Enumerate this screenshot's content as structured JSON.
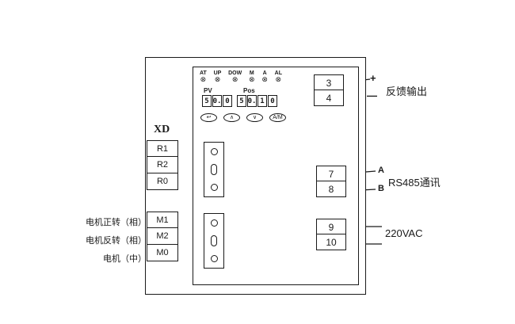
{
  "panel": {
    "indicators": {
      "labels": [
        "AT",
        "UP",
        "DOW",
        "M",
        "A",
        "AL"
      ],
      "symbol": "⊗"
    },
    "display": {
      "pv_label": "PV",
      "pos_label": "Pos",
      "digits": [
        "5",
        "0.",
        "0",
        "5",
        "0.",
        "1",
        "0"
      ]
    },
    "buttons": {
      "set": "↩",
      "up": "∧",
      "down": "∨",
      "auto_manual": "A/M"
    }
  },
  "left": {
    "xd_label": "XD",
    "r_terminals": [
      "R1",
      "R2",
      "R0"
    ],
    "m_terminals": [
      "M1",
      "M2",
      "M0"
    ],
    "motor_labels": [
      "电机正转（相）",
      "电机反转（相）",
      "电机（中）"
    ]
  },
  "right": {
    "feedback": {
      "terminals": [
        "3",
        "4"
      ],
      "plus": "+",
      "minus": "—",
      "label": "反馈输出"
    },
    "rs485": {
      "terminals": [
        "7",
        "8"
      ],
      "line_a": "A",
      "line_b": "B",
      "label": "RS485通讯"
    },
    "power": {
      "terminals": [
        "9",
        "10"
      ],
      "label": "220VAC"
    }
  }
}
